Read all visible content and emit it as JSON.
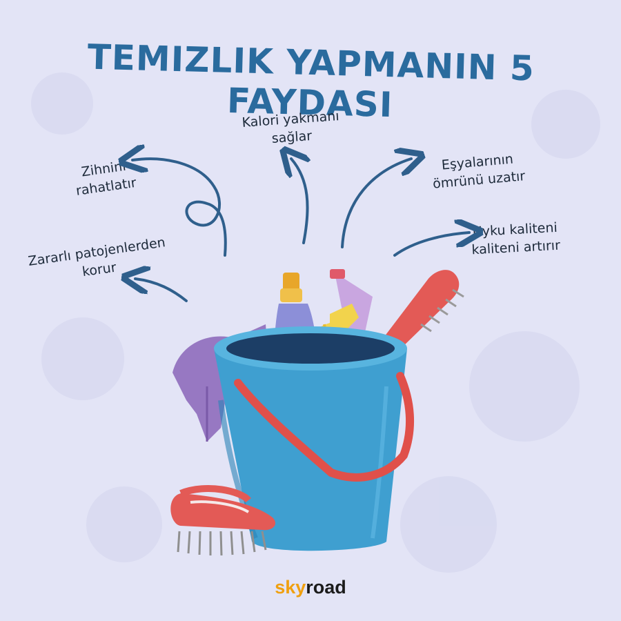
{
  "title": "TEMIZLIK YAPMANIN 5 FAYDASI",
  "benefits": [
    "Kalori yakmanı\nsağlar",
    "Zihnini\nrahatlatır",
    "Eşyalarının\nömrünü uzatır",
    "Uyku kaliteni\nkaliteni artırır",
    "Zararlı patojenlerden\nkorur"
  ],
  "brand": {
    "part1": "sky",
    "part2": "road"
  },
  "colors": {
    "background": "#e3e4f6",
    "title": "#2a6b9e",
    "arrow": "#2f5f8c",
    "bucket": "#3f9fd0",
    "handle": "#e0504a",
    "brand_accent": "#f0a010"
  },
  "illustration": {
    "icons": [
      "bucket-icon",
      "glove-icon",
      "spray-bottle-icon",
      "detergent-bottle-icon",
      "scrub-brush-icon",
      "hand-brush-icon"
    ]
  }
}
